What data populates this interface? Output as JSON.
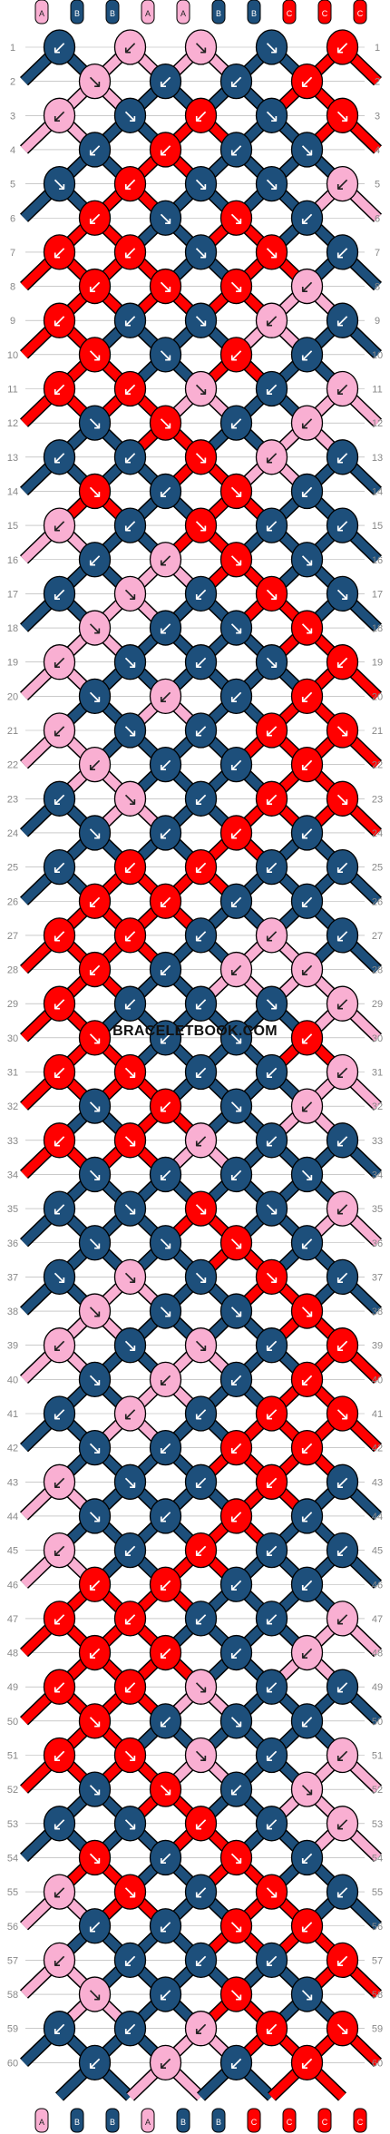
{
  "watermark": "BRACELETBOOK.COM",
  "colors": {
    "A": "#f9afd2",
    "B": "#1d4f7b",
    "C": "#ff0000",
    "outline": "#000000",
    "grid": "#aaaaaa",
    "label": "#888888"
  },
  "strings": [
    "A",
    "B",
    "B",
    "A",
    "A",
    "B",
    "B",
    "C",
    "C",
    "C"
  ],
  "end_strings": [
    "A",
    "B",
    "B",
    "A",
    "B",
    "B",
    "C",
    "C",
    "C",
    "C"
  ],
  "rows": [
    1,
    2,
    3,
    4,
    5,
    6,
    7,
    8,
    9,
    10,
    11,
    12,
    13,
    14,
    15,
    16,
    17,
    18,
    19,
    20,
    21,
    22,
    23,
    24,
    25,
    26,
    27,
    28,
    29,
    30,
    31,
    32,
    33,
    34,
    35,
    36,
    37,
    38,
    39,
    40,
    41,
    42,
    43,
    44,
    45,
    46,
    47,
    48,
    49,
    50,
    51,
    52,
    53,
    54,
    55,
    56,
    57,
    58,
    59,
    60
  ],
  "knot_rows": [
    [
      [
        "B",
        "↙"
      ],
      [
        "A",
        "↙"
      ],
      [
        "A",
        "↘"
      ],
      [
        "B",
        "↘"
      ],
      [
        "C",
        "↙"
      ]
    ],
    [
      [
        "A",
        "↘"
      ],
      [
        "B",
        "↙"
      ],
      [
        "B",
        "↙"
      ],
      [
        "C",
        "↙"
      ]
    ],
    [
      [
        "A",
        "↙"
      ],
      [
        "B",
        "↘"
      ],
      [
        "C",
        "↙"
      ],
      [
        "B",
        "↘"
      ],
      [
        "C",
        "↘"
      ]
    ],
    [
      [
        "B",
        "↙"
      ],
      [
        "C",
        "↙"
      ],
      [
        "B",
        "↙"
      ],
      [
        "B",
        "↘"
      ]
    ],
    [
      [
        "B",
        "↘"
      ],
      [
        "C",
        "↙"
      ],
      [
        "B",
        "↘"
      ],
      [
        "B",
        "↘"
      ],
      [
        "A",
        "↙"
      ]
    ],
    [
      [
        "C",
        "↙"
      ],
      [
        "B",
        "↘"
      ],
      [
        "C",
        "↘"
      ],
      [
        "B",
        "↙"
      ]
    ],
    [
      [
        "C",
        "↙"
      ],
      [
        "C",
        "↙"
      ],
      [
        "B",
        "↘"
      ],
      [
        "C",
        "↘"
      ],
      [
        "B",
        "↙"
      ]
    ],
    [
      [
        "C",
        "↙"
      ],
      [
        "C",
        "↘"
      ],
      [
        "C",
        "↘"
      ],
      [
        "A",
        "↙"
      ]
    ],
    [
      [
        "C",
        "↙"
      ],
      [
        "B",
        "↙"
      ],
      [
        "B",
        "↘"
      ],
      [
        "A",
        "↙"
      ],
      [
        "B",
        "↙"
      ]
    ],
    [
      [
        "C",
        "↘"
      ],
      [
        "B",
        "↘"
      ],
      [
        "C",
        "↙"
      ],
      [
        "B",
        "↙"
      ]
    ],
    [
      [
        "C",
        "↙"
      ],
      [
        "C",
        "↙"
      ],
      [
        "A",
        "↘"
      ],
      [
        "B",
        "↙"
      ],
      [
        "A",
        "↙"
      ]
    ],
    [
      [
        "B",
        "↘"
      ],
      [
        "C",
        "↘"
      ],
      [
        "B",
        "↙"
      ],
      [
        "A",
        "↙"
      ]
    ],
    [
      [
        "B",
        "↙"
      ],
      [
        "B",
        "↙"
      ],
      [
        "C",
        "↘"
      ],
      [
        "A",
        "↙"
      ],
      [
        "B",
        "↙"
      ]
    ],
    [
      [
        "C",
        "↘"
      ],
      [
        "B",
        "↙"
      ],
      [
        "C",
        "↘"
      ],
      [
        "B",
        "↙"
      ]
    ],
    [
      [
        "A",
        "↙"
      ],
      [
        "B",
        "↙"
      ],
      [
        "C",
        "↘"
      ],
      [
        "B",
        "↙"
      ],
      [
        "B",
        "↙"
      ]
    ],
    [
      [
        "B",
        "↙"
      ],
      [
        "A",
        "↙"
      ],
      [
        "C",
        "↘"
      ],
      [
        "B",
        "↘"
      ]
    ],
    [
      [
        "B",
        "↙"
      ],
      [
        "A",
        "↘"
      ],
      [
        "B",
        "↙"
      ],
      [
        "C",
        "↘"
      ],
      [
        "B",
        "↘"
      ]
    ],
    [
      [
        "A",
        "↘"
      ],
      [
        "B",
        "↙"
      ],
      [
        "B",
        "↘"
      ],
      [
        "C",
        "↘"
      ]
    ],
    [
      [
        "A",
        "↙"
      ],
      [
        "B",
        "↘"
      ],
      [
        "B",
        "↙"
      ],
      [
        "B",
        "↘"
      ],
      [
        "C",
        "↙"
      ]
    ],
    [
      [
        "B",
        "↘"
      ],
      [
        "A",
        "↙"
      ],
      [
        "B",
        "↙"
      ],
      [
        "C",
        "↙"
      ]
    ],
    [
      [
        "A",
        "↙"
      ],
      [
        "B",
        "↘"
      ],
      [
        "B",
        "↙"
      ],
      [
        "C",
        "↙"
      ],
      [
        "C",
        "↘"
      ]
    ],
    [
      [
        "A",
        "↙"
      ],
      [
        "B",
        "↙"
      ],
      [
        "B",
        "↙"
      ],
      [
        "C",
        "↙"
      ]
    ],
    [
      [
        "B",
        "↙"
      ],
      [
        "A",
        "↘"
      ],
      [
        "B",
        "↙"
      ],
      [
        "C",
        "↙"
      ],
      [
        "C",
        "↘"
      ]
    ],
    [
      [
        "B",
        "↘"
      ],
      [
        "B",
        "↙"
      ],
      [
        "C",
        "↙"
      ],
      [
        "B",
        "↙"
      ]
    ],
    [
      [
        "B",
        "↙"
      ],
      [
        "C",
        "↙"
      ],
      [
        "C",
        "↙"
      ],
      [
        "B",
        "↙"
      ],
      [
        "B",
        "↙"
      ]
    ],
    [
      [
        "C",
        "↙"
      ],
      [
        "C",
        "↙"
      ],
      [
        "B",
        "↙"
      ],
      [
        "B",
        "↙"
      ]
    ],
    [
      [
        "C",
        "↙"
      ],
      [
        "C",
        "↙"
      ],
      [
        "B",
        "↙"
      ],
      [
        "A",
        "↙"
      ],
      [
        "B",
        "↙"
      ]
    ],
    [
      [
        "C",
        "↙"
      ],
      [
        "B",
        "↙"
      ],
      [
        "A",
        "↙"
      ],
      [
        "A",
        "↙"
      ]
    ],
    [
      [
        "C",
        "↙"
      ],
      [
        "B",
        "↙"
      ],
      [
        "B",
        "↙"
      ],
      [
        "B",
        "↘"
      ],
      [
        "A",
        "↙"
      ]
    ],
    [
      [
        "C",
        "↘"
      ],
      [
        "B",
        "↙"
      ],
      [
        "B",
        "↘"
      ],
      [
        "C",
        "↙"
      ]
    ],
    [
      [
        "C",
        "↙"
      ],
      [
        "C",
        "↘"
      ],
      [
        "B",
        "↙"
      ],
      [
        "B",
        "↙"
      ],
      [
        "A",
        "↙"
      ]
    ],
    [
      [
        "B",
        "↘"
      ],
      [
        "C",
        "↙"
      ],
      [
        "B",
        "↘"
      ],
      [
        "A",
        "↙"
      ]
    ],
    [
      [
        "C",
        "↙"
      ],
      [
        "C",
        "↘"
      ],
      [
        "A",
        "↙"
      ],
      [
        "B",
        "↙"
      ],
      [
        "B",
        "↙"
      ]
    ],
    [
      [
        "B",
        "↘"
      ],
      [
        "B",
        "↙"
      ],
      [
        "B",
        "↙"
      ],
      [
        "B",
        "↘"
      ]
    ],
    [
      [
        "B",
        "↙"
      ],
      [
        "B",
        "↘"
      ],
      [
        "C",
        "↘"
      ],
      [
        "B",
        "↘"
      ],
      [
        "A",
        "↙"
      ]
    ],
    [
      [
        "B",
        "↘"
      ],
      [
        "B",
        "↘"
      ],
      [
        "C",
        "↘"
      ],
      [
        "B",
        "↙"
      ]
    ],
    [
      [
        "B",
        "↘"
      ],
      [
        "A",
        "↘"
      ],
      [
        "B",
        "↘"
      ],
      [
        "C",
        "↘"
      ],
      [
        "B",
        "↙"
      ]
    ],
    [
      [
        "A",
        "↘"
      ],
      [
        "B",
        "↘"
      ],
      [
        "B",
        "↘"
      ],
      [
        "C",
        "↘"
      ]
    ],
    [
      [
        "A",
        "↙"
      ],
      [
        "B",
        "↘"
      ],
      [
        "A",
        "↘"
      ],
      [
        "B",
        "↙"
      ],
      [
        "C",
        "↙"
      ]
    ],
    [
      [
        "B",
        "↘"
      ],
      [
        "A",
        "↙"
      ],
      [
        "B",
        "↙"
      ],
      [
        "C",
        "↙"
      ]
    ],
    [
      [
        "B",
        "↙"
      ],
      [
        "A",
        "↙"
      ],
      [
        "B",
        "↙"
      ],
      [
        "C",
        "↙"
      ],
      [
        "C",
        "↘"
      ]
    ],
    [
      [
        "B",
        "↘"
      ],
      [
        "B",
        "↙"
      ],
      [
        "C",
        "↙"
      ],
      [
        "C",
        "↙"
      ]
    ],
    [
      [
        "A",
        "↙"
      ],
      [
        "B",
        "↘"
      ],
      [
        "B",
        "↙"
      ],
      [
        "C",
        "↙"
      ],
      [
        "B",
        "↙"
      ]
    ],
    [
      [
        "B",
        "↘"
      ],
      [
        "B",
        "↙"
      ],
      [
        "C",
        "↙"
      ],
      [
        "B",
        "↙"
      ]
    ],
    [
      [
        "A",
        "↙"
      ],
      [
        "B",
        "↙"
      ],
      [
        "C",
        "↙"
      ],
      [
        "B",
        "↙"
      ],
      [
        "B",
        "↙"
      ]
    ],
    [
      [
        "C",
        "↙"
      ],
      [
        "C",
        "↙"
      ],
      [
        "B",
        "↙"
      ],
      [
        "B",
        "↙"
      ]
    ],
    [
      [
        "C",
        "↙"
      ],
      [
        "C",
        "↙"
      ],
      [
        "B",
        "↙"
      ],
      [
        "B",
        "↙"
      ],
      [
        "A",
        "↙"
      ]
    ],
    [
      [
        "C",
        "↙"
      ],
      [
        "C",
        "↙"
      ],
      [
        "B",
        "↙"
      ],
      [
        "A",
        "↙"
      ]
    ],
    [
      [
        "C",
        "↙"
      ],
      [
        "C",
        "↙"
      ],
      [
        "A",
        "↘"
      ],
      [
        "B",
        "↙"
      ],
      [
        "B",
        "↙"
      ]
    ],
    [
      [
        "C",
        "↘"
      ],
      [
        "B",
        "↙"
      ],
      [
        "B",
        "↘"
      ],
      [
        "B",
        "↙"
      ]
    ],
    [
      [
        "C",
        "↙"
      ],
      [
        "C",
        "↘"
      ],
      [
        "A",
        "↘"
      ],
      [
        "B",
        "↙"
      ],
      [
        "A",
        "↙"
      ]
    ],
    [
      [
        "B",
        "↘"
      ],
      [
        "C",
        "↘"
      ],
      [
        "B",
        "↙"
      ],
      [
        "A",
        "↘"
      ]
    ],
    [
      [
        "B",
        "↙"
      ],
      [
        "B",
        "↘"
      ],
      [
        "C",
        "↙"
      ],
      [
        "B",
        "↙"
      ],
      [
        "A",
        "↙"
      ]
    ],
    [
      [
        "C",
        "↘"
      ],
      [
        "B",
        "↙"
      ],
      [
        "C",
        "↘"
      ],
      [
        "B",
        "↙"
      ]
    ],
    [
      [
        "A",
        "↙"
      ],
      [
        "C",
        "↘"
      ],
      [
        "B",
        "↙"
      ],
      [
        "C",
        "↘"
      ],
      [
        "B",
        "↙"
      ]
    ],
    [
      [
        "B",
        "↙"
      ],
      [
        "B",
        "↙"
      ],
      [
        "C",
        "↘"
      ],
      [
        "C",
        "↙"
      ]
    ],
    [
      [
        "A",
        "↙"
      ],
      [
        "B",
        "↙"
      ],
      [
        "B",
        "↙"
      ],
      [
        "B",
        "↙"
      ],
      [
        "C",
        "↙"
      ]
    ],
    [
      [
        "A",
        "↘"
      ],
      [
        "B",
        "↙"
      ],
      [
        "C",
        "↘"
      ],
      [
        "B",
        "↘"
      ]
    ],
    [
      [
        "B",
        "↙"
      ],
      [
        "B",
        "↙"
      ],
      [
        "A",
        "↙"
      ],
      [
        "C",
        "↙"
      ],
      [
        "C",
        "↘"
      ]
    ],
    [
      [
        "B",
        "↙"
      ],
      [
        "A",
        "↙"
      ],
      [
        "B",
        "↙"
      ],
      [
        "C",
        "↙"
      ]
    ]
  ]
}
